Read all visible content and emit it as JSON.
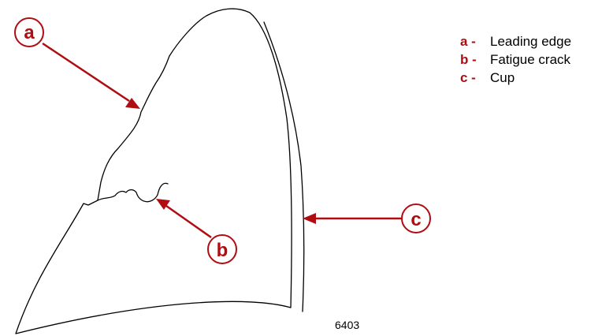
{
  "callouts": {
    "a": "a",
    "b": "b",
    "c": "c"
  },
  "legend": [
    {
      "key": "a -",
      "text": "Leading edge"
    },
    {
      "key": "b -",
      "text": "Fatigue crack"
    },
    {
      "key": "c -",
      "text": "Cup"
    }
  ],
  "figure_number": "6403",
  "colors": {
    "accent": "#b00d12",
    "line": "#000000"
  }
}
